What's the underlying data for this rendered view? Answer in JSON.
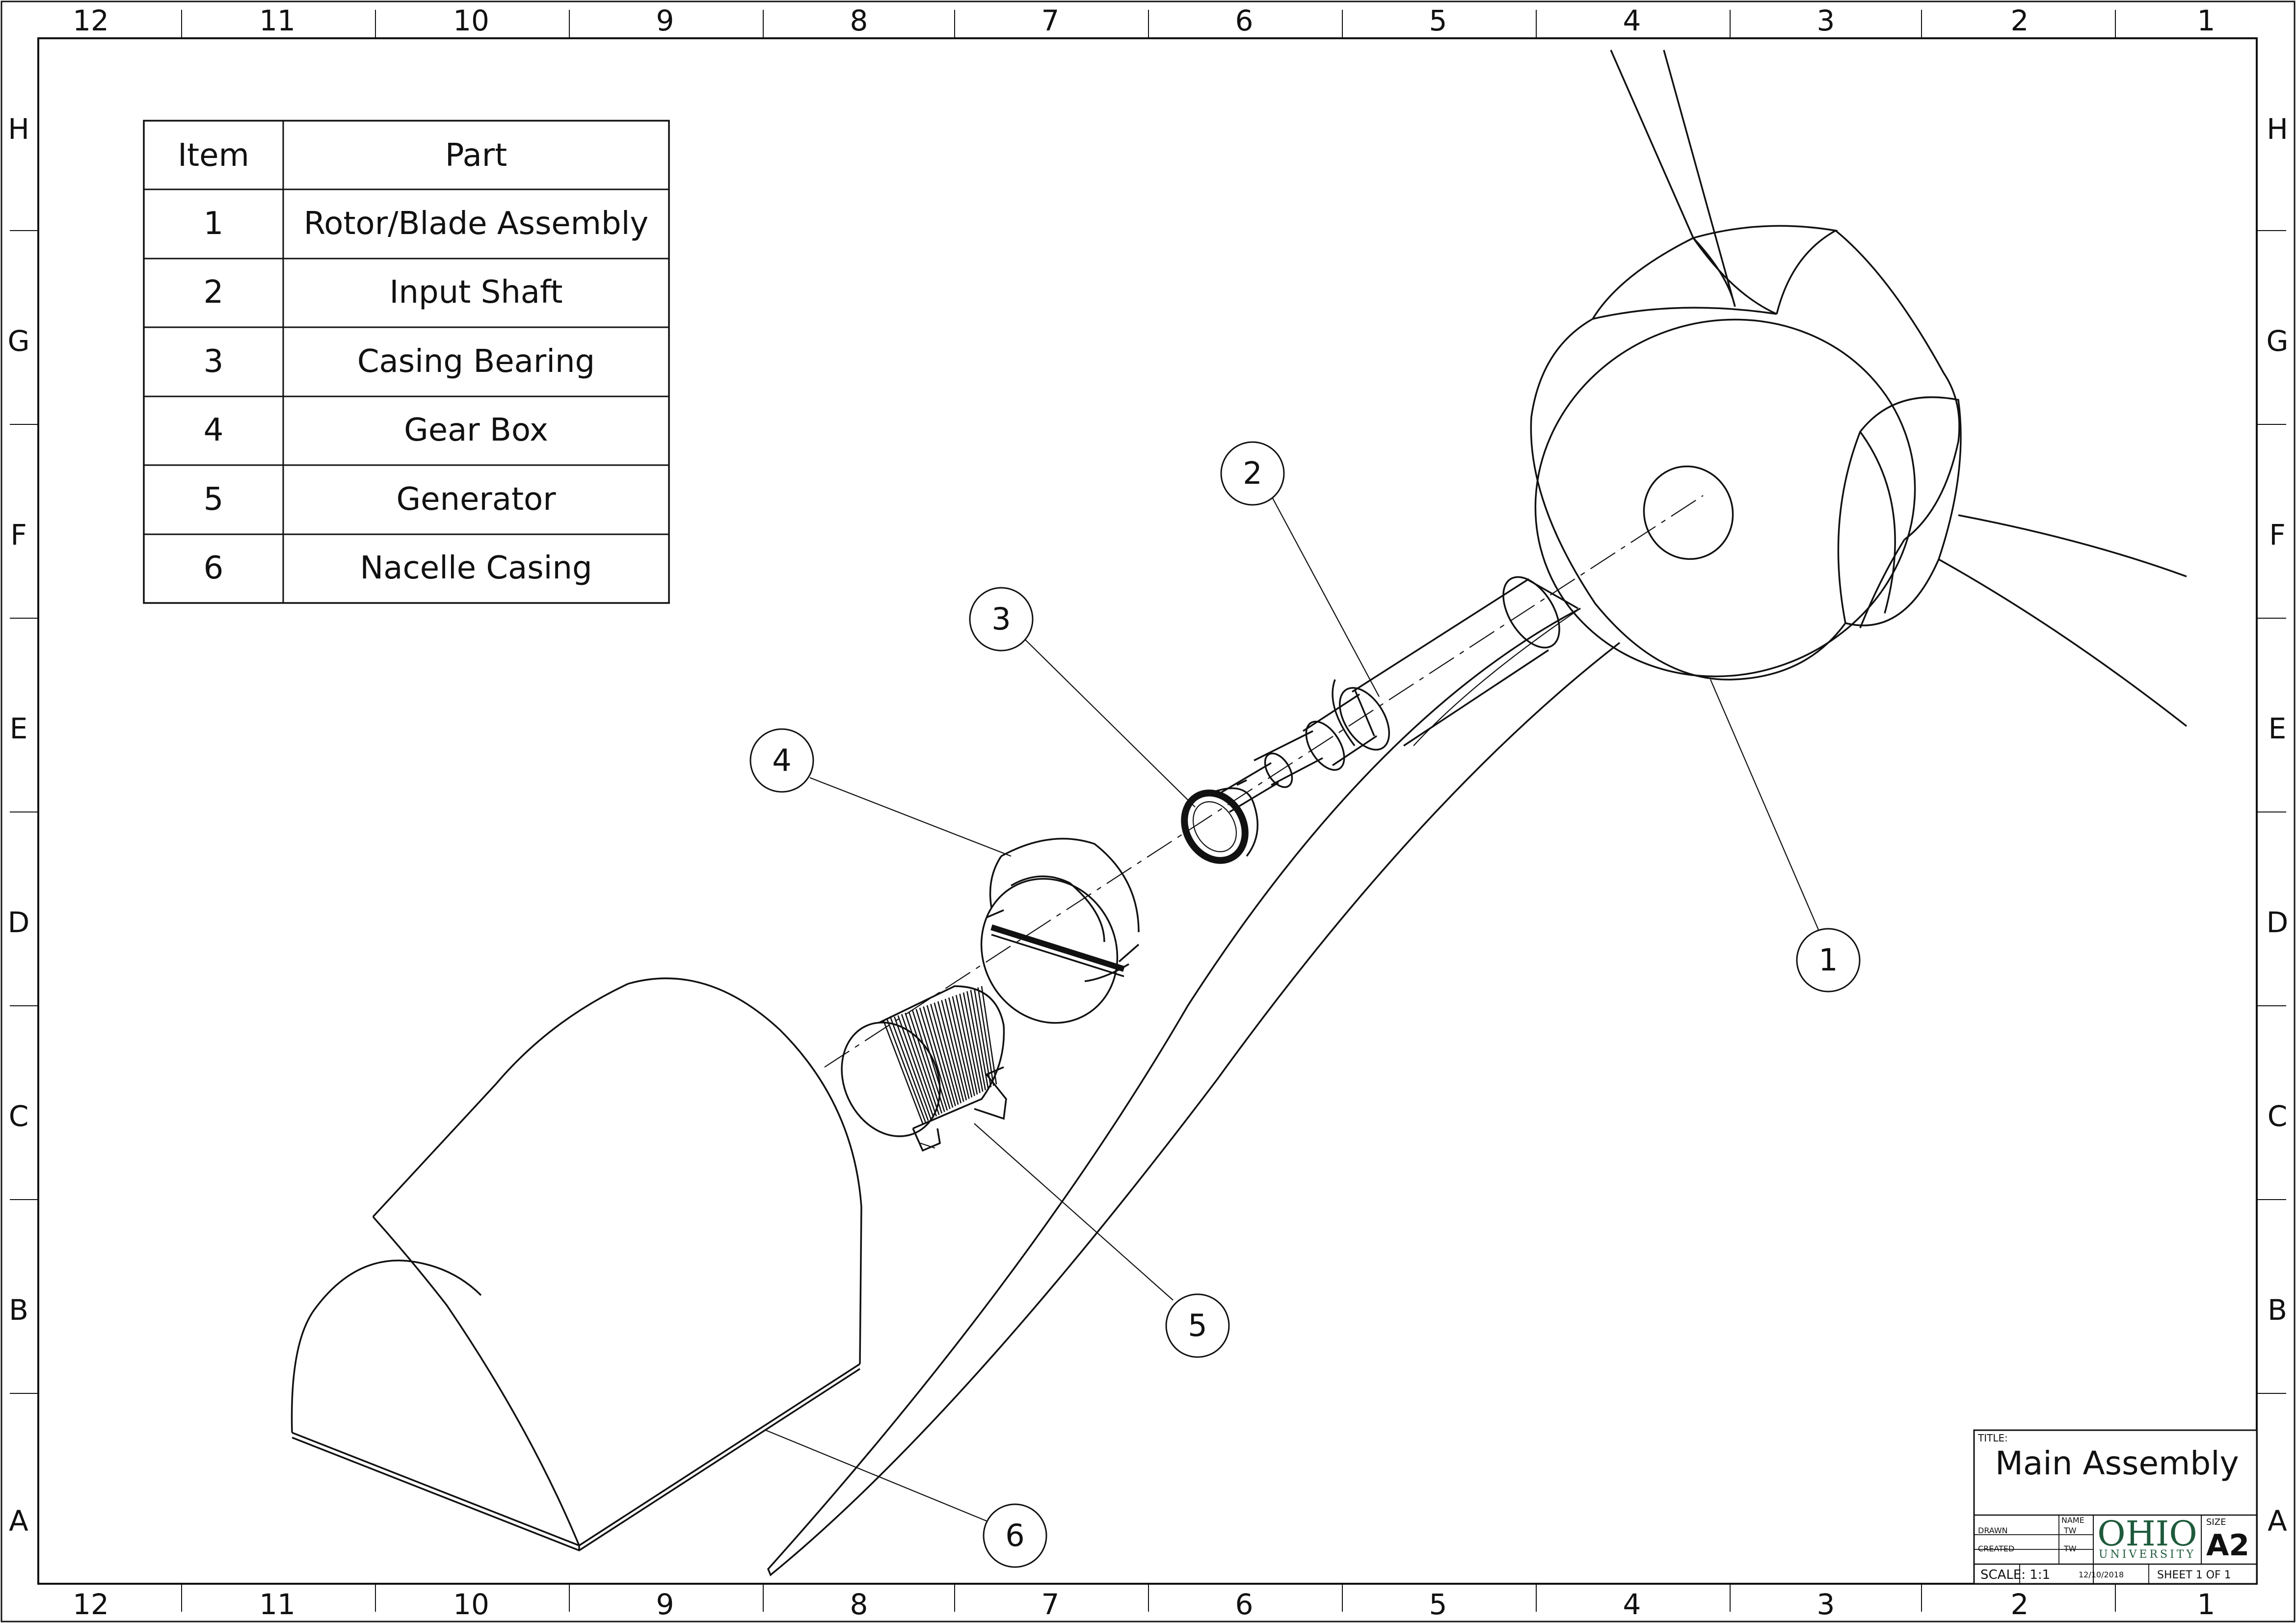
{
  "border": {
    "columns": [
      "12",
      "11",
      "10",
      "9",
      "8",
      "7",
      "6",
      "5",
      "4",
      "3",
      "2",
      "1"
    ],
    "rows": [
      "H",
      "G",
      "F",
      "E",
      "D",
      "C",
      "B",
      "A"
    ]
  },
  "bom": {
    "headers": {
      "item": "Item",
      "part": "Part"
    },
    "rows": [
      {
        "item": "1",
        "part": "Rotor/Blade Assembly"
      },
      {
        "item": "2",
        "part": "Input Shaft"
      },
      {
        "item": "3",
        "part": "Casing Bearing"
      },
      {
        "item": "4",
        "part": "Gear Box"
      },
      {
        "item": "5",
        "part": "Generator"
      },
      {
        "item": "6",
        "part": "Nacelle Casing"
      }
    ]
  },
  "balloons": [
    "1",
    "2",
    "3",
    "4",
    "5",
    "6"
  ],
  "title_block": {
    "title_label": "TITLE:",
    "title": "Main Assembly",
    "name_label": "NAME",
    "drawn_label": "DRAWN",
    "drawn_by": "TW",
    "created_label": "CREATED",
    "created_by": "TW",
    "logo_main": "OHIO",
    "logo_sub": "UNIVERSITY",
    "size_label": "SIZE",
    "size": "A2",
    "scale": "SCALE: 1:1",
    "date": "12/10/2018",
    "sheet": "SHEET 1 OF 1"
  },
  "colors": {
    "line": "#111111",
    "logo": "#1e5b3c"
  }
}
